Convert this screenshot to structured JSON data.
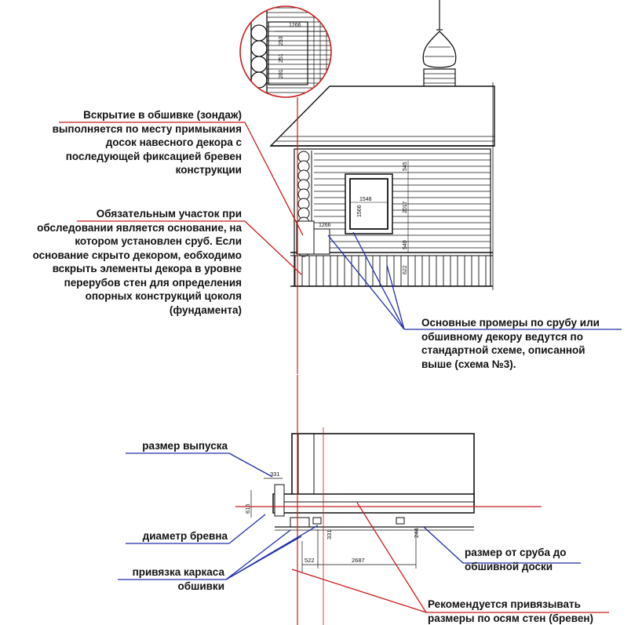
{
  "notes": {
    "probe": [
      "Вскрытие в обшивке (зондаж)",
      "выполняется по месту примыкания",
      "досок навесного декора с",
      "последующей фиксацией бревен",
      "конструкции"
    ],
    "base": [
      "Обязательным участок при",
      "обследовании является основание, на",
      "котором установлен сруб. Если",
      "основание скрыто декором, еобходимо",
      "вскрыть элементы декора в уровне",
      "перерубов стен для определения",
      "опорных конструкций цоколя",
      "(фундамента)"
    ],
    "measurements": [
      "Основные промеры по срубу или",
      "обшивному декору ведутся по",
      "стандартной схеме, описанной",
      "выше (схема №3)."
    ],
    "overhang_size": "размер выпуска",
    "log_diameter": "диаметр бревна",
    "frame_binding": [
      "привязка каркаса",
      "обшивки"
    ],
    "distance_to_board": [
      "размер от сруба до",
      "обшивной доски"
    ],
    "axes_advice": [
      "Рекомендуется привязывать",
      "размеры по осям стен (бревен)"
    ]
  },
  "dimensions": {
    "detail_top": "1266",
    "detail_a": "253",
    "detail_b": "251",
    "detail_c": "201",
    "window_width": "1548",
    "window_height": "1566",
    "wall_right": "2017",
    "wall_top": "545",
    "wall_low": "540",
    "wall_bottom": "622",
    "corner_width": "1266",
    "plan_overhang": "331",
    "plan_diameter": "615",
    "plan_offset": "331",
    "plan_board": "244",
    "plan_left": "522",
    "plan_span": "2687"
  },
  "colors": {
    "drawing": "#111111",
    "red_leader": "#cc1a1a",
    "blue_leader": "#1f2fa8"
  }
}
